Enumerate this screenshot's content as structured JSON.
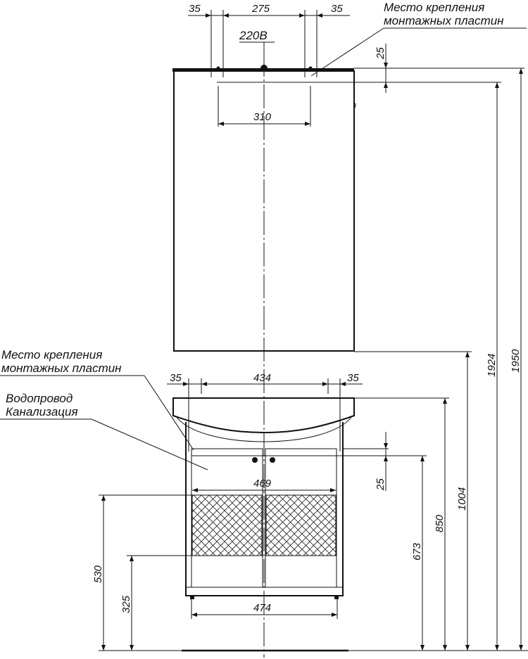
{
  "mirror_cabinet": {
    "dim_left_offset": "35",
    "dim_plate_span": "275",
    "dim_right_offset": "35",
    "power_label": "220В",
    "dim_inner_width": "310",
    "dim_top_offset": "25",
    "mount_label_line1": "Место крепления",
    "mount_label_line2": "монтажных пластин"
  },
  "vanity": {
    "mount_label_line1": "Место крепления",
    "mount_label_line2": "монтажных пластин",
    "utility_label_line1": "Водопровод",
    "utility_label_line2": "Канализация",
    "dim_left_offset": "35",
    "dim_plate_span": "434",
    "dim_right_offset": "35",
    "dim_top_offset": "25",
    "dim_mid_width": "469",
    "dim_bottom_width": "474"
  },
  "heights": {
    "h_1950": "1950",
    "h_1924": "1924",
    "h_1004": "1004",
    "h_850": "850",
    "h_673": "673",
    "h_530": "530",
    "h_325": "325"
  },
  "colors": {
    "line": "#111111",
    "background": "#ffffff"
  }
}
